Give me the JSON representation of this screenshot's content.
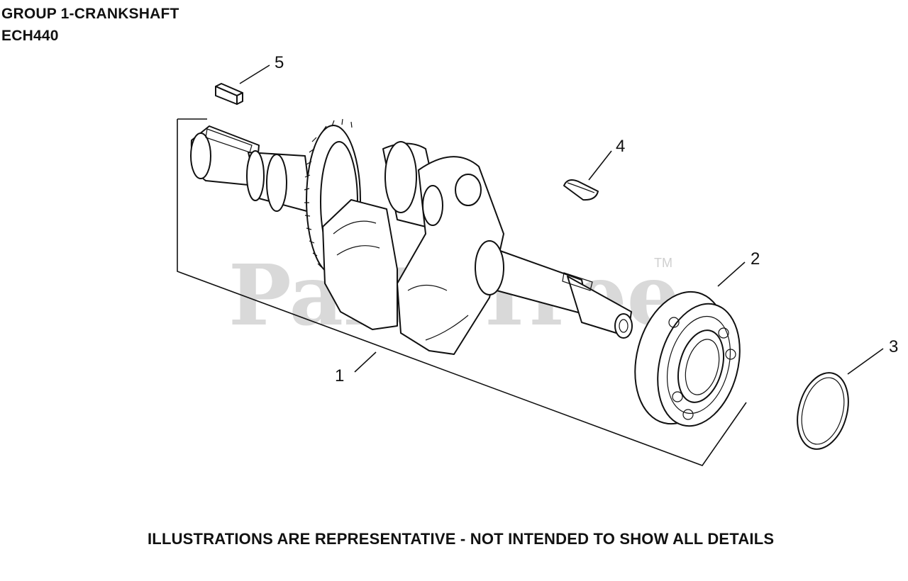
{
  "header": {
    "title_line1": "GROUP 1-CRANKSHAFT",
    "title_line2": "ECH440"
  },
  "footer": {
    "note": "ILLUSTRATIONS ARE REPRESENTATIVE - NOT INTENDED TO SHOW ALL DETAILS"
  },
  "watermark": {
    "text": "PartsTree",
    "trademark": "TM"
  },
  "callouts": {
    "crankshaft": "1",
    "bearing": "2",
    "retaining_ring": "3",
    "woodruff_key": "4",
    "square_key": "5"
  }
}
